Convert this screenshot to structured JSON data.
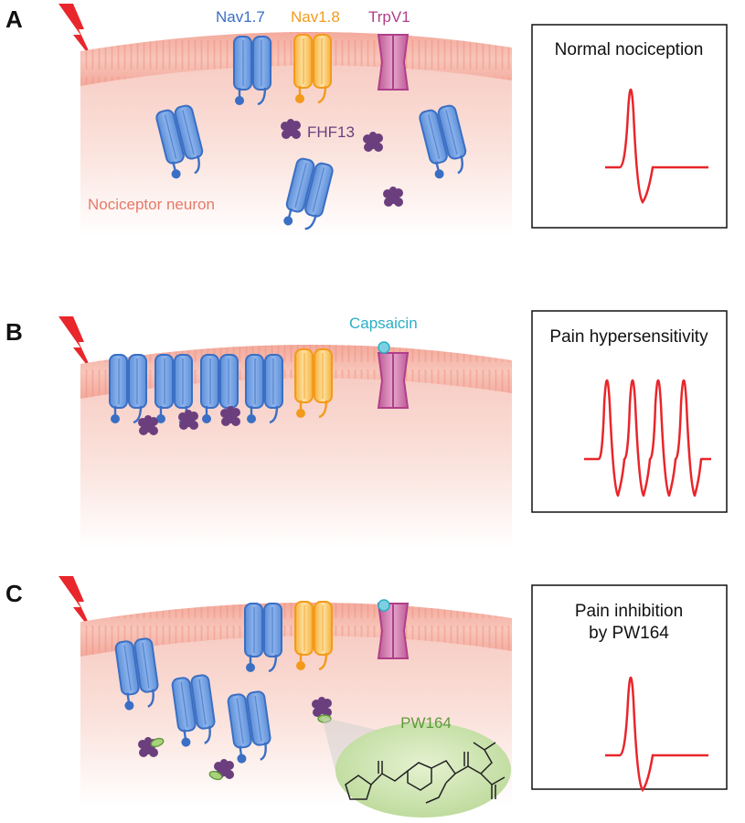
{
  "colors": {
    "nav17": "#3a6fc4",
    "nav18": "#f39a1c",
    "trpv1": "#b03f8a",
    "fhf13": "#6b3f7e",
    "capsaicin": "#2aaec6",
    "pw164": "#5f9a3a",
    "neuron": "#e57a6a",
    "trace": "#e8262b",
    "lightning": "#e8262b"
  },
  "icons": [
    "lightning-bolt-icon",
    "ion-channel-icon",
    "fhf13-protein-icon",
    "capsaicin-molecule-icon",
    "pw164-molecule-icon",
    "chemical-structure-icon"
  ],
  "panels": [
    {
      "letter": "A",
      "channel_labels": {
        "nav17": "Nav1.7",
        "nav18": "Nav1.8",
        "trpv1": "TrpV1"
      },
      "fhf13_label": "FHF13",
      "neuron_label": "Nociceptor neuron",
      "box_title": "Normal nociception",
      "trace": {
        "spikes": 1
      }
    },
    {
      "letter": "B",
      "capsaicin_label": "Capsaicin",
      "box_title": "Pain hypersensitivity",
      "trace": {
        "spikes": 4
      }
    },
    {
      "letter": "C",
      "box_title_line1": "Pain inhibition",
      "box_title_line2": "by PW164",
      "pw164_label": "PW164",
      "trace": {
        "spikes": 1
      }
    }
  ]
}
